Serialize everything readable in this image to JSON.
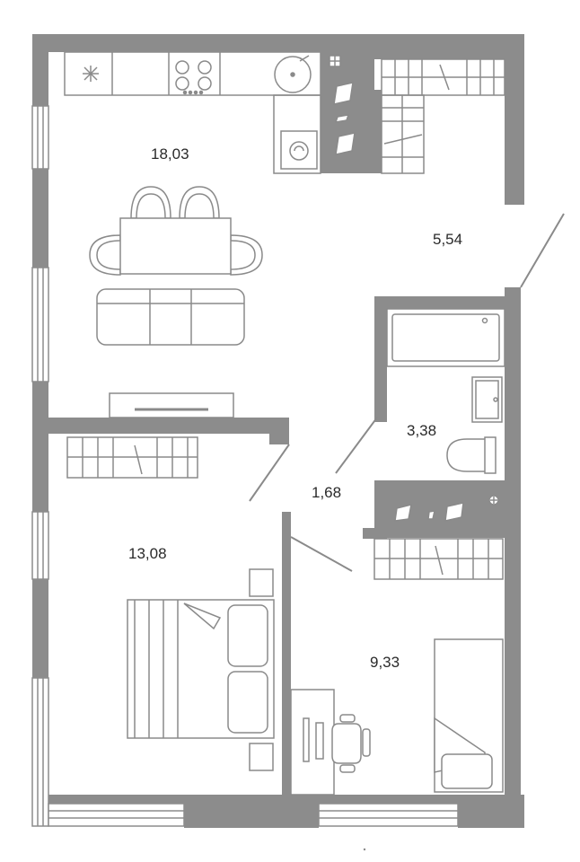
{
  "floorplan": {
    "rooms": [
      {
        "id": "kitchen-living",
        "area": "18,03"
      },
      {
        "id": "hallway",
        "area": "5,54"
      },
      {
        "id": "bathroom",
        "area": "3,38"
      },
      {
        "id": "corridor",
        "area": "1,68"
      },
      {
        "id": "bedroom-large",
        "area": "13,08"
      },
      {
        "id": "bedroom-small",
        "area": "9,33"
      }
    ],
    "colors": {
      "wall": "#8c8c8c",
      "furniture_stroke": "#8a8a8a",
      "label": "#2a2a2a",
      "background": "#ffffff"
    }
  }
}
